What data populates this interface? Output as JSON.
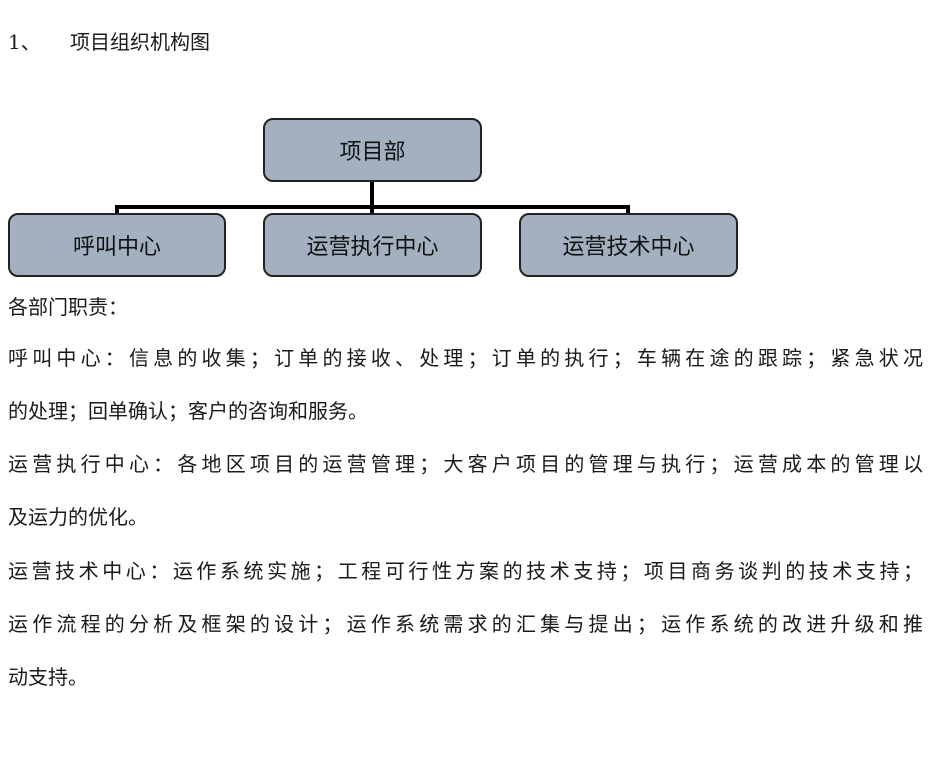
{
  "heading": {
    "number": "1、",
    "title": "项目组织机构图"
  },
  "org_chart": {
    "root": "项目部",
    "children": [
      "呼叫中心",
      "运营执行中心",
      "运营技术中心"
    ],
    "box_color": "#a3b0bf"
  },
  "responsibilities_label": "各部门职责：",
  "paragraphs": [
    {
      "lines": [
        "呼叫中心：信息的收集；订单的接收、处理；订单的执行；车辆在途的跟踪；紧急状况",
        "的处理；回单确认；客户的咨询和服务。"
      ]
    },
    {
      "lines": [
        "运营执行中心：各地区项目的运营管理；大客户项目的管理与执行；运营成本的管理以",
        "及运力的优化。"
      ]
    },
    {
      "lines": [
        "运营技术中心：运作系统实施；工程可行性方案的技术支持；项目商务谈判的技术支持；",
        "运作流程的分析及框架的设计；运作系统需求的汇集与提出；运作系统的改进升级和推",
        "动支持。"
      ]
    }
  ]
}
